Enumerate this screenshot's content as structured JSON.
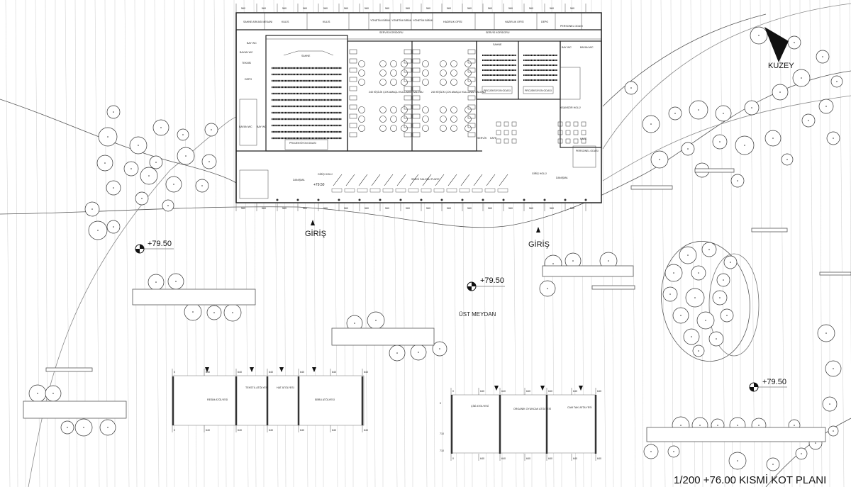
{
  "title": "1/200  +76.00 KISMİ  KOT PLANI",
  "north_label": "KUZEY",
  "entrances": [
    "GİRİŞ",
    "GİRİŞ"
  ],
  "elevations": [
    "+79.50",
    "+79.50",
    "+79.50",
    "+79.50"
  ],
  "plaza_label": "ÜST MEYDAN",
  "dims": {
    "grid": "560",
    "workshop": "640",
    "workshop_side": "710",
    "zero": "0",
    "small_elev": "+79.50"
  },
  "building": {
    "top_rooms": [
      "SAHNE ARKASI MEKANI",
      "KULİS",
      "KULİS",
      "YÖNETİM BİRİMİ",
      "YÖNETİM BİRİMİ",
      "YÖNETİM BİRİMİ",
      "HAZIRLIK OFİSİ",
      "HAZIRLIK OFİSİ",
      "DEPO",
      "PERSONEL ODASI"
    ],
    "corridors": [
      "SERVİS KORİDORU",
      "SERVİS KORİDORU"
    ],
    "left_rooms": [
      "BAY WC",
      "BAYAN WC",
      "TEKNİK",
      "DEPO",
      "BAYAN WC",
      "BAY WC"
    ],
    "auditorium": {
      "stage": "SAHNE",
      "projection": "PROJEKSİYON ODASI"
    },
    "halls": [
      "240 KİŞİLİK ÇOK AMAÇLI KULLANIM SALONU",
      "240 KİŞİLİK ÇOK AMAÇLI KULLANIM SALONU"
    ],
    "cinemas": {
      "stage": "SAHNE",
      "projection_1": "PROJEKSİYON ODASI",
      "projection_2": "PROJEKSİYON ODASI"
    },
    "right_rooms": [
      "BAY WC",
      "BAYAN WC",
      "ASANSÖR HOLÜ",
      "PERSONEL ODASI",
      "KAFE"
    ],
    "cafe": [
      "SERVİS",
      "KAFE"
    ],
    "lobby": [
      "DANIŞMA",
      "GİRİŞ HOLÜ",
      "SERGİ SALONU FUAYE",
      "GİRİŞ HOLÜ",
      "DANIŞMA"
    ]
  },
  "workshops_west": [
    "RESİM ATÖLYESİ",
    "TEKSTİL ATÖLYESİ",
    "HAT ATÖLYESİ",
    "EBRU ATÖLYESİ"
  ],
  "workshops_east": [
    "ÇİNİ ATÖLYESİ",
    "ORGANİK OYUNCAK ATÖLYESİ",
    "CAM TAKI ATÖLYESİ"
  ]
}
